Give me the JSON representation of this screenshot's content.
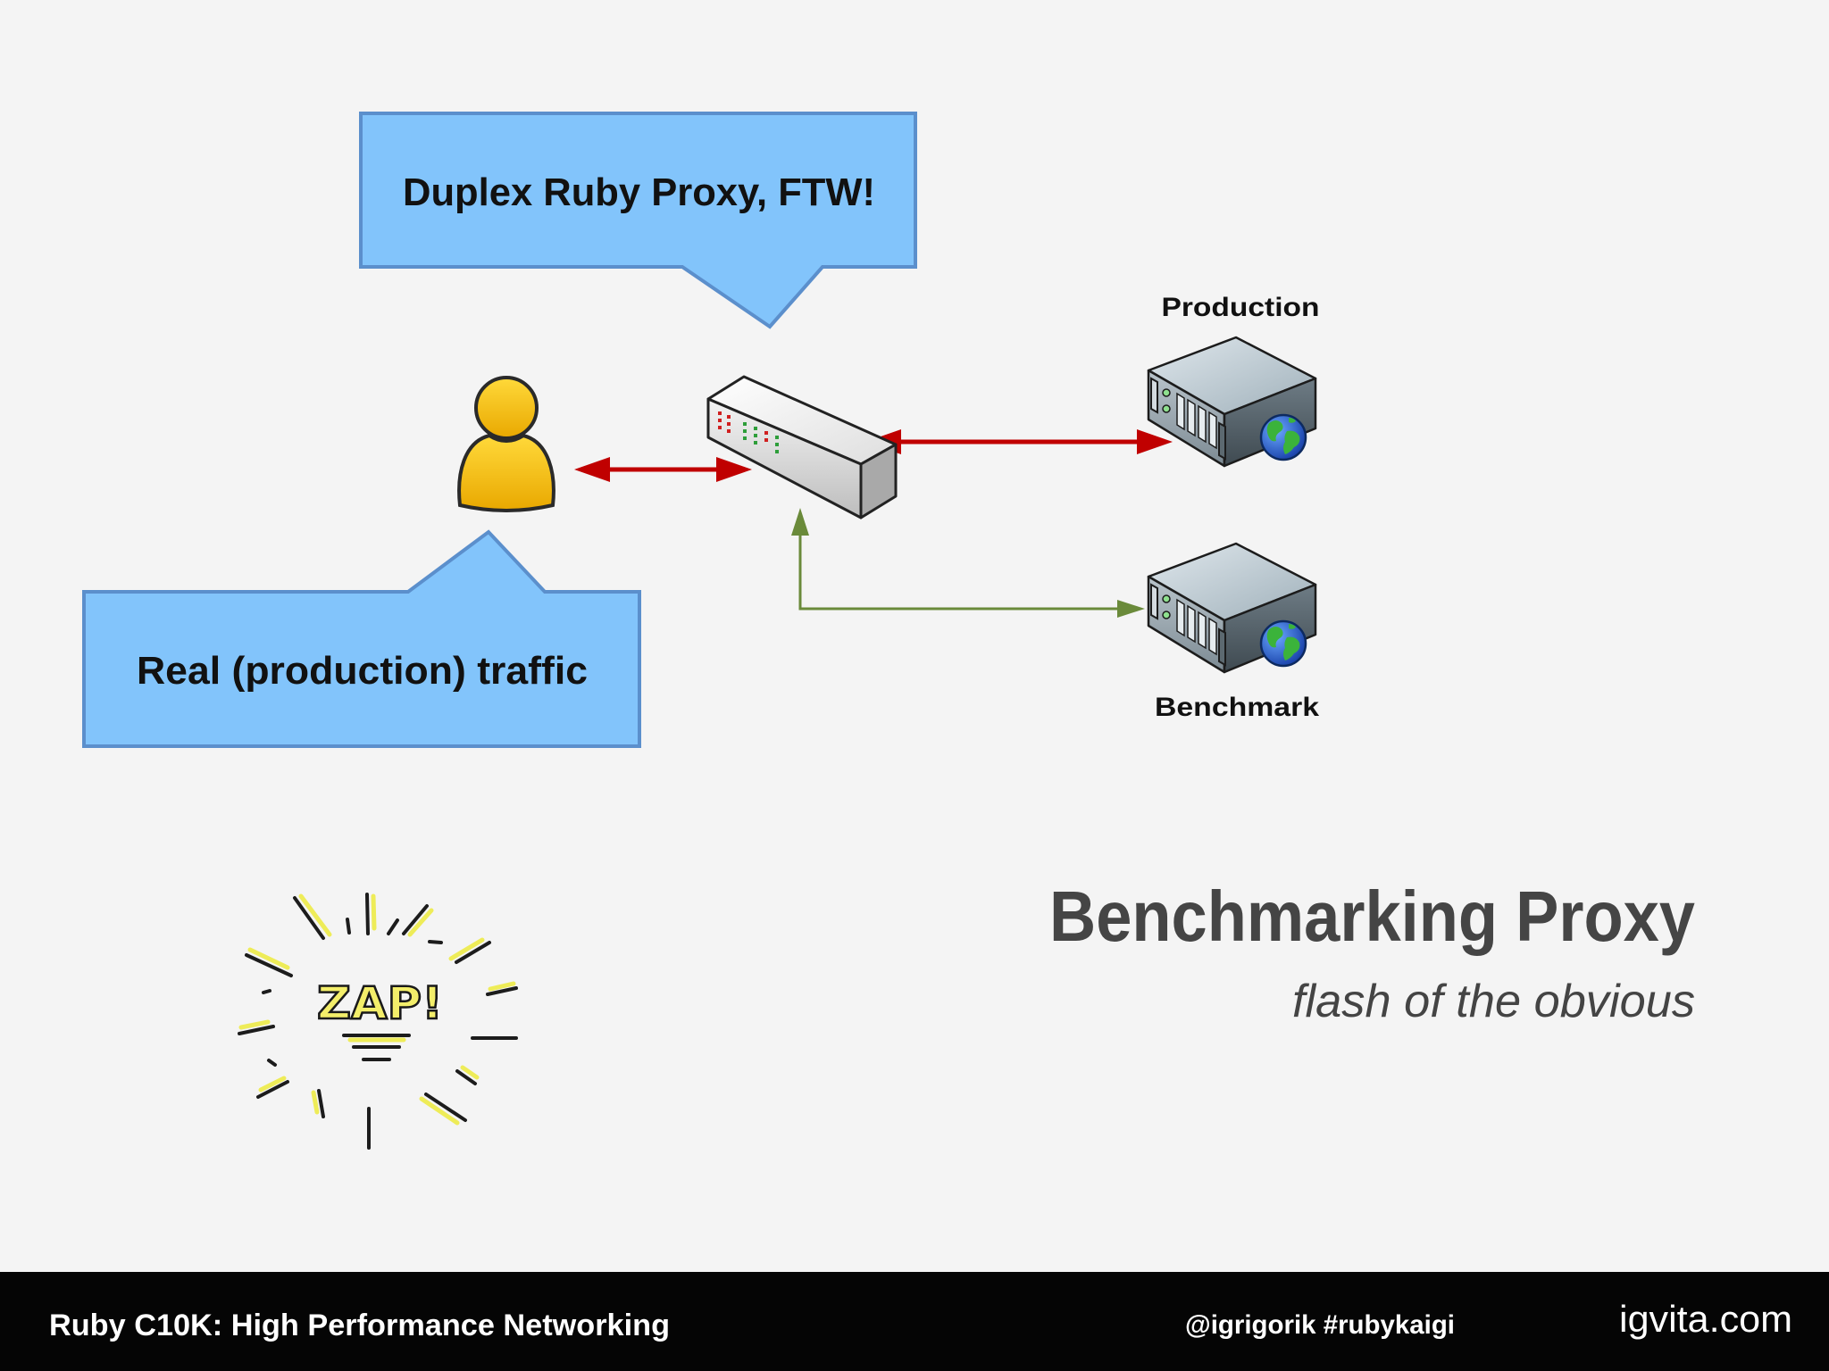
{
  "slide": {
    "title": "Benchmarking Proxy",
    "subtitle": "flash of the obvious"
  },
  "diagram": {
    "callout_proxy": "Duplex Ruby Proxy, FTW!",
    "callout_traffic": "Real (production) traffic",
    "production_label": "Production",
    "benchmark_label": "Benchmark",
    "icons": {
      "user": "user-icon",
      "proxy": "network-switch-icon",
      "production_server": "web-server-icon",
      "benchmark_server": "web-server-icon",
      "globe": "globe-icon",
      "sketch": "zap-sketch-icon"
    }
  },
  "sketch": {
    "text": "ZAP!"
  },
  "footer": {
    "talk_title": "Ruby C10K: High Performance Networking",
    "handles": "@igrigorik #rubykaigi",
    "site": "igvita.com"
  },
  "colors": {
    "background": "#f4f4f4",
    "callout_fill": "#82c4fb",
    "callout_border": "#5b8fcc",
    "arrow_production": "#c00000",
    "arrow_benchmark": "#6a8a3a",
    "user_icon": "#f6c000",
    "footer_background": "#050505",
    "footer_text": "#ffffff",
    "title_text": "#454545"
  }
}
